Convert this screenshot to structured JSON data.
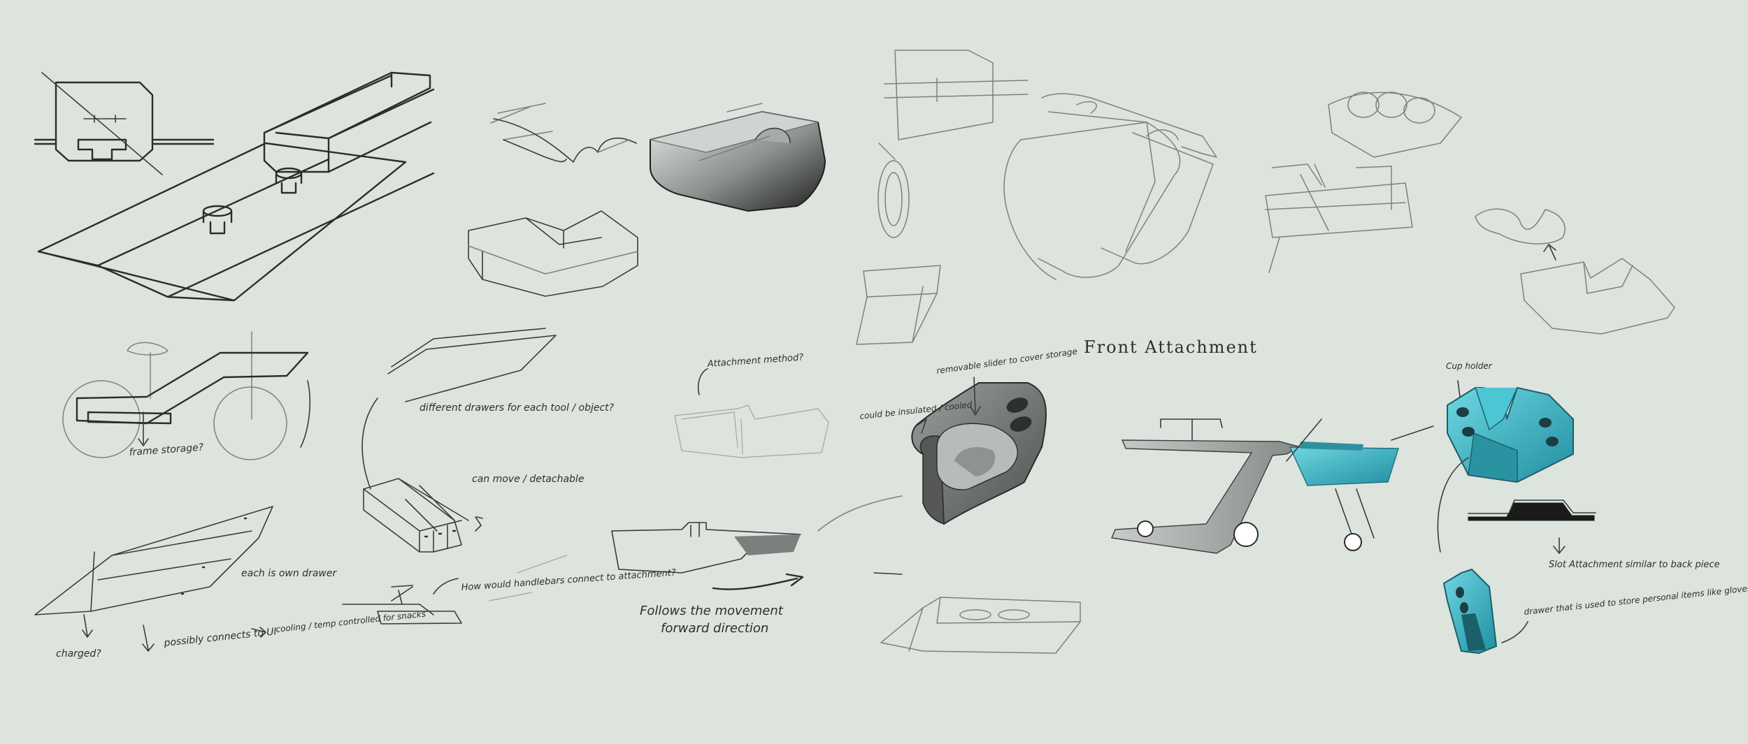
{
  "colors": {
    "background": "#dde3dd",
    "ink": "#2b2d2c",
    "pencil": "#7d817f",
    "teal": "#3bbccc",
    "teal_dark": "#1f7f8e",
    "grey_render": "#6e716f"
  },
  "annotations": {
    "frame_storage": "frame storage?",
    "different_drawers": "different drawers for each tool / object?",
    "can_move": "can move / detachable",
    "each_is_own_drawer": "each is own drawer",
    "charged": "charged?",
    "possibly_connects": "possibly connects to UI",
    "cooling_drawer": "cooling / temp controlled for snacks",
    "how_would_handlebars": "How would handlebars connect to attachment?",
    "attachment_method": "Attachment method?",
    "could_be_insulated": "could be insulated / cooled",
    "removable_slider": "removable slider to cover storage",
    "follows_movement_1": "Follows the movement",
    "follows_movement_2": "forward direction",
    "front_attachment": "Front Attachment",
    "cup_holder": "Cup holder",
    "slot_attachment": "Slot Attachment similar to back piece",
    "drawer_personal_items": "drawer that is used to store personal items like gloves, snacks, etc"
  }
}
